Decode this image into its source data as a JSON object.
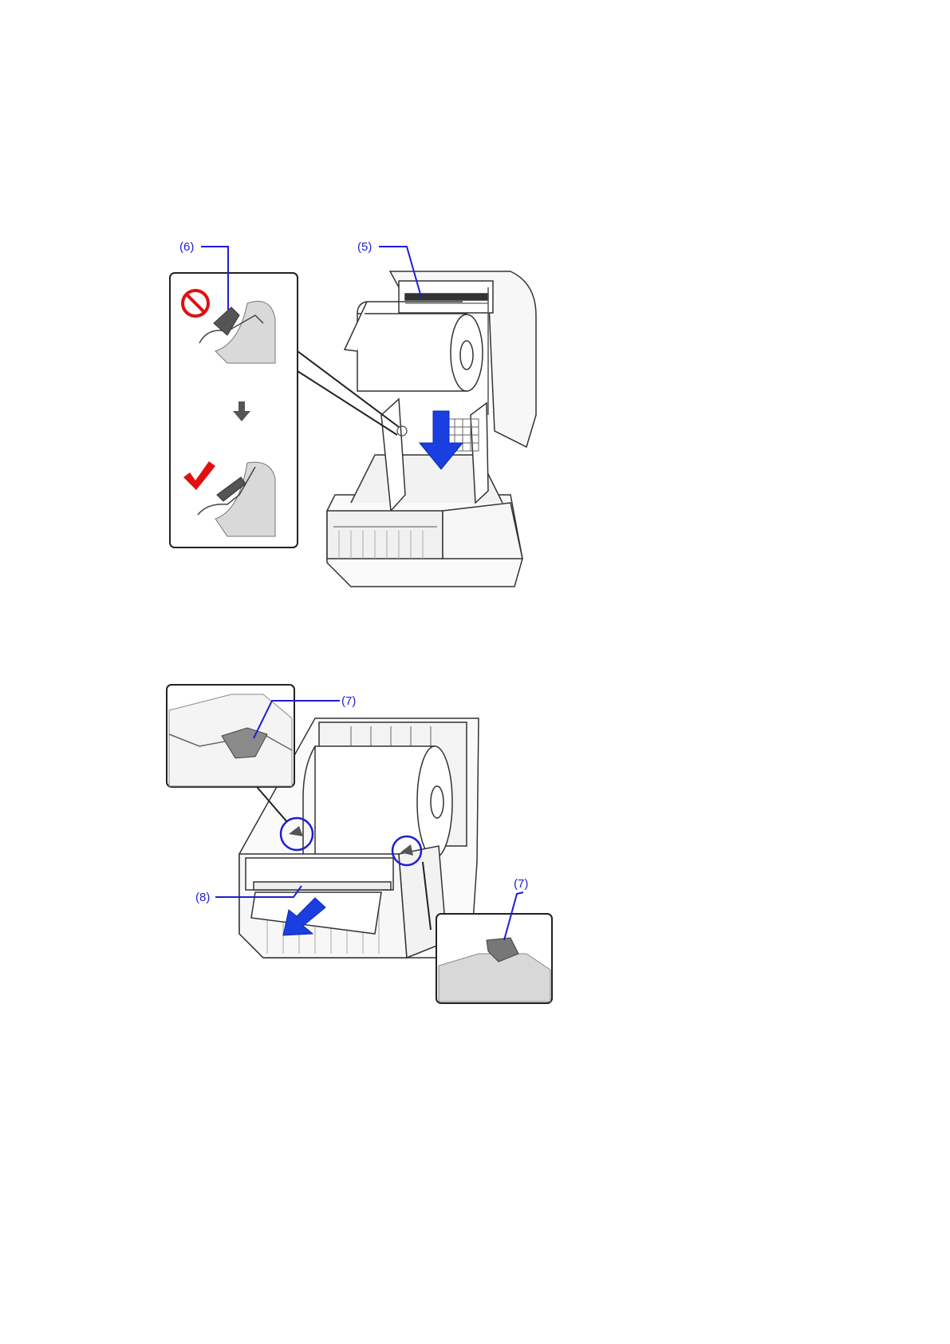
{
  "figure1": {
    "callout_6": "(6)",
    "callout_5": "(5)",
    "inset": {
      "wrong_icon": "prohibited-icon",
      "arrow_icon": "down-arrow-icon",
      "right_icon": "checkmark-icon"
    },
    "load_arrow_color": "#1a3fe0"
  },
  "figure2": {
    "callout_7_top": "(7)",
    "callout_7_bottom": "(7)",
    "callout_8": "(8)",
    "pull_arrow_color": "#1a3fe0"
  },
  "colors": {
    "callout": "#1e1ed2",
    "prohibited": "#e01010",
    "check": "#e01010",
    "outline": "#222222"
  }
}
